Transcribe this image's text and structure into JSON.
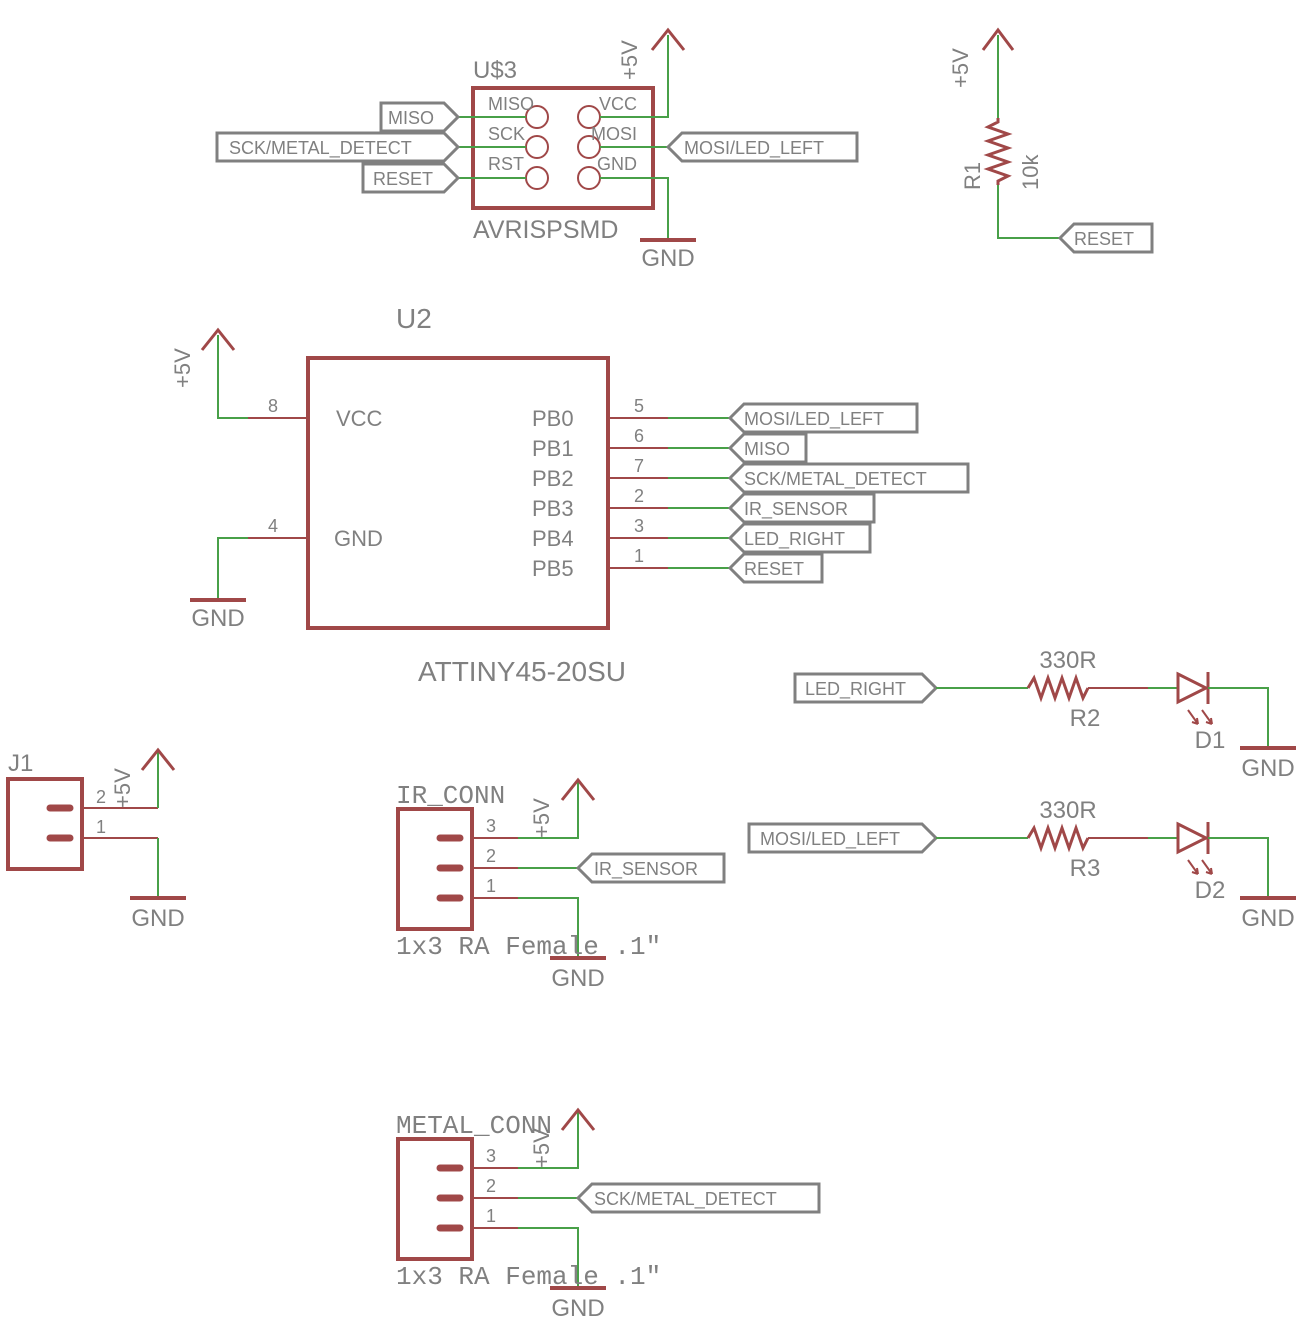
{
  "isp": {
    "name": "U$3",
    "value": "AVRISPSMD",
    "pins": [
      "MISO",
      "SCK",
      "RST",
      "VCC",
      "MOSI",
      "GND"
    ],
    "supply": "+5V",
    "ground": "GND",
    "tags": [
      "MISO",
      "SCK/METAL_DETECT",
      "RESET",
      "MOSI/LED_LEFT"
    ]
  },
  "r1": {
    "name": "R1",
    "value": "10k",
    "supply": "+5V",
    "tag": "RESET"
  },
  "u2": {
    "name": "U2",
    "value": "ATTINY45-20SU",
    "supply": "+5V",
    "ground": "GND",
    "left_pins": [
      {
        "num": "8",
        "label": "VCC"
      },
      {
        "num": "4",
        "label": "GND"
      }
    ],
    "right_pins": [
      {
        "num": "5",
        "label": "PB0",
        "net": "MOSI/LED_LEFT"
      },
      {
        "num": "6",
        "label": "PB1",
        "net": "MISO"
      },
      {
        "num": "7",
        "label": "PB2",
        "net": "SCK/METAL_DETECT"
      },
      {
        "num": "2",
        "label": "PB3",
        "net": "IR_SENSOR"
      },
      {
        "num": "3",
        "label": "PB4",
        "net": "LED_RIGHT"
      },
      {
        "num": "1",
        "label": "PB5",
        "net": "RESET"
      }
    ]
  },
  "led_right": {
    "tag": "LED_RIGHT",
    "r_value": "330R",
    "r_name": "R2",
    "d_name": "D1",
    "ground": "GND"
  },
  "led_left": {
    "tag": "MOSI/LED_LEFT",
    "r_value": "330R",
    "r_name": "R3",
    "d_name": "D2",
    "ground": "GND"
  },
  "j1": {
    "name": "J1",
    "pins": [
      "2",
      "1"
    ],
    "supply": "+5V",
    "ground": "GND"
  },
  "ir_conn": {
    "name": "IR_CONN",
    "value": "1x3 RA Female .1\"",
    "pins": [
      "3",
      "2",
      "1"
    ],
    "supply": "+5V",
    "tag": "IR_SENSOR",
    "ground": "GND"
  },
  "metal_conn": {
    "name": "METAL_CONN",
    "value": "1x3 RA Female .1\"",
    "pins": [
      "3",
      "2",
      "1"
    ],
    "supply": "+5V",
    "tag": "SCK/METAL_DETECT",
    "ground": "GND"
  }
}
